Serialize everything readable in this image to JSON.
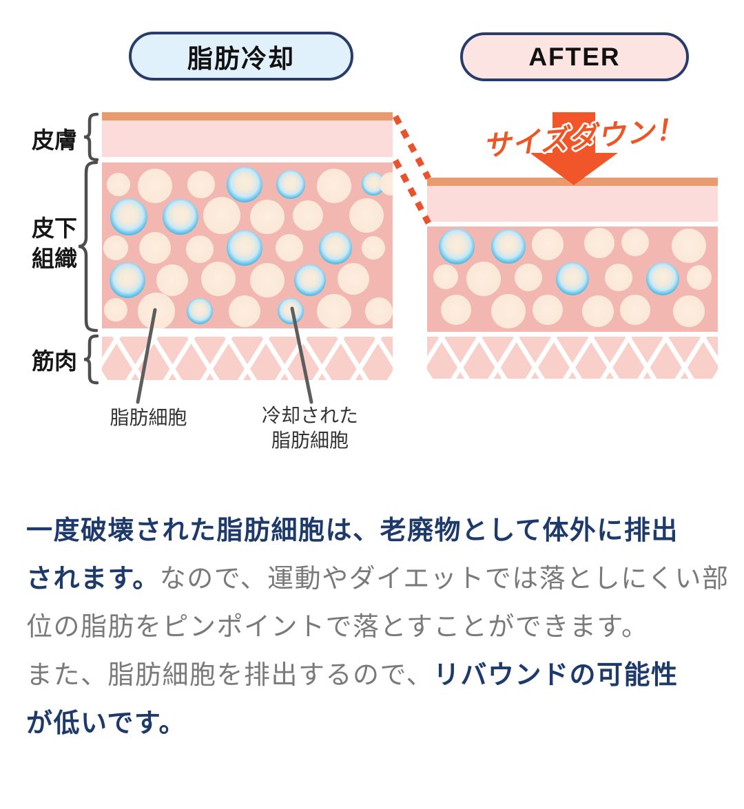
{
  "header": {
    "before_label": "脂肪冷却",
    "after_label": "AFTER"
  },
  "diagram": {
    "labels": {
      "skin": "皮膚",
      "subcutaneous": "皮下\n組織",
      "muscle": "筋肉"
    },
    "size_down_label": "サイズダウン！",
    "annotations": {
      "fat_cell": "脂肪細胞",
      "cooled_fat_cell": "冷却された\n脂肪細胞"
    },
    "before_cells": [
      [
        24,
        32,
        17,
        "fat"
      ],
      [
        77,
        34,
        25,
        "fat"
      ],
      [
        144,
        32,
        20,
        "fat"
      ],
      [
        207,
        32,
        26,
        "cooled"
      ],
      [
        274,
        32,
        21,
        "cooled"
      ],
      [
        337,
        34,
        25,
        "fat"
      ],
      [
        394,
        31,
        17,
        "cooled"
      ],
      [
        420,
        31,
        17,
        "fat"
      ],
      [
        39,
        79,
        27,
        "cooled"
      ],
      [
        114,
        79,
        26,
        "cooled"
      ],
      [
        174,
        77,
        27,
        "fat"
      ],
      [
        240,
        79,
        25,
        "fat"
      ],
      [
        299,
        77,
        22,
        "fat"
      ],
      [
        384,
        77,
        25,
        "fat"
      ],
      [
        20,
        124,
        18,
        "fat"
      ],
      [
        77,
        124,
        23,
        "fat"
      ],
      [
        142,
        126,
        20,
        "fat"
      ],
      [
        207,
        124,
        26,
        "cooled"
      ],
      [
        272,
        124,
        20,
        "fat"
      ],
      [
        339,
        124,
        24,
        "cooled"
      ],
      [
        394,
        124,
        17,
        "fat"
      ],
      [
        37,
        171,
        26,
        "cooled"
      ],
      [
        102,
        171,
        23,
        "fat"
      ],
      [
        169,
        169,
        25,
        "fat"
      ],
      [
        240,
        171,
        25,
        "fat"
      ],
      [
        302,
        171,
        23,
        "cooled"
      ],
      [
        365,
        169,
        23,
        "fat"
      ],
      [
        20,
        214,
        17,
        "fat"
      ],
      [
        79,
        216,
        27,
        "fat"
      ],
      [
        142,
        216,
        19,
        "cooled"
      ],
      [
        207,
        216,
        23,
        "fat"
      ],
      [
        274,
        216,
        19,
        "cooled"
      ],
      [
        337,
        216,
        25,
        "fat"
      ],
      [
        402,
        216,
        20,
        "fat"
      ]
    ],
    "after_cells": [
      [
        43,
        29,
        26,
        "cooled"
      ],
      [
        118,
        29,
        25,
        "cooled"
      ],
      [
        175,
        26,
        23,
        "fat"
      ],
      [
        250,
        24,
        22,
        "fat"
      ],
      [
        302,
        23,
        20,
        "fat"
      ],
      [
        380,
        28,
        25,
        "fat"
      ],
      [
        27,
        73,
        18,
        "fat"
      ],
      [
        82,
        76,
        25,
        "fat"
      ],
      [
        147,
        74,
        20,
        "fat"
      ],
      [
        211,
        76,
        24,
        "cooled"
      ],
      [
        278,
        74,
        20,
        "fat"
      ],
      [
        342,
        76,
        24,
        "cooled"
      ],
      [
        395,
        74,
        18,
        "fat"
      ],
      [
        42,
        121,
        22,
        "fat"
      ],
      [
        118,
        123,
        25,
        "fat"
      ],
      [
        175,
        121,
        22,
        "fat"
      ],
      [
        248,
        123,
        23,
        "fat"
      ],
      [
        302,
        121,
        22,
        "fat"
      ],
      [
        380,
        123,
        23,
        "fat"
      ]
    ]
  },
  "paragraph": {
    "segments": [
      {
        "text": "一度破壊された脂肪細胞は、老廃物として体外に排出",
        "style": "strong"
      },
      {
        "br": true
      },
      {
        "text": "されます。",
        "style": "strong"
      },
      {
        "text": "なので、運動やダイエットでは落としにくい部",
        "style": "normal"
      },
      {
        "br": true
      },
      {
        "text": "位の脂肪をピンポイントで落とすことができます。",
        "style": "normal"
      },
      {
        "br": true
      },
      {
        "text": "また、脂肪細胞を排出するので、",
        "style": "normal"
      },
      {
        "text": "リバウンドの可能性",
        "style": "strong"
      },
      {
        "br": true
      },
      {
        "text": "が低いです。",
        "style": "strong"
      }
    ]
  },
  "colors": {
    "badge_border_navy": "#283c6c",
    "badge_blue_bg": "#e1f1fb",
    "badge_pink_bg": "#fce4e2",
    "epidermis_orange": "#e99a6e",
    "dermis_pink": "#fbdcdb",
    "subcutaneous_salmon": "#f2b7b0",
    "fat_cell_beige": "#fae7d8",
    "cooled_cell_blue": "#1fa3dd",
    "muscle_pink": "#f9cfca",
    "arrow_orange": "#f1562a",
    "dash_orange": "#e8522c",
    "text_strong_navy": "#1d3a6b",
    "text_normal_gray": "#7a7a7a"
  }
}
